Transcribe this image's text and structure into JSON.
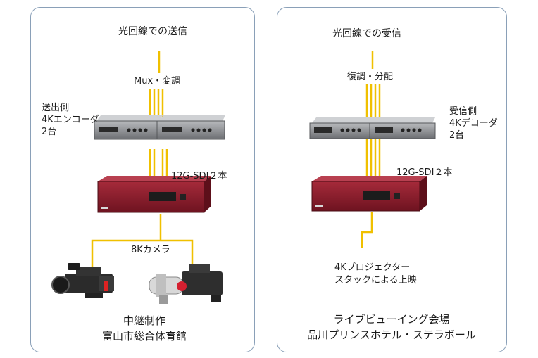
{
  "left": {
    "fiber_label": "光回線での送信",
    "mux_label": "Mux・変調",
    "encoder_label": [
      "送出側",
      "4Kエンコーダ",
      "2台"
    ],
    "sdi_label": "12G-SDI２本",
    "camera_label": "8Kカメラ",
    "venue": [
      "中継制作",
      "富山市総合体育館"
    ]
  },
  "right": {
    "fiber_label": "光回線での受信",
    "demod_label": "復調・分配",
    "decoder_label": [
      "受信側",
      "4Kデコーダ",
      "2台"
    ],
    "sdi_label": "12G-SDI２本",
    "projector_label": [
      "4Kプロジェクター",
      "スタックによる上映"
    ],
    "venue": [
      "ライブビューイング会場",
      "品川プリンスホテル・ステラボール"
    ]
  },
  "colors": {
    "wire": "#f0c000",
    "panel_border": "#8aa0b8",
    "rack_red": "#8e1c2c",
    "unit_gray": "#8a8c90"
  }
}
